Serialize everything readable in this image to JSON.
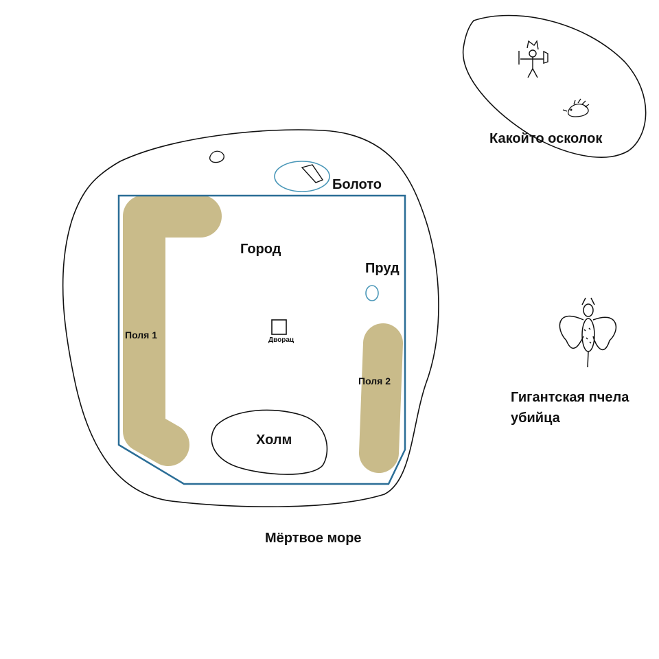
{
  "map": {
    "labels": {
      "city": "Город",
      "swamp": "Болото",
      "pond": "Пруд",
      "fields_1": "Поля 1",
      "fields_2": "Поля 2",
      "palace": "Дворац",
      "hill": "Холм",
      "dead_sea": "Мёртвое море",
      "shard": "Какойто осколок",
      "bee_line1": "Гигантская пчела",
      "bee_line2": "убийца"
    },
    "colors": {
      "outline": "#111111",
      "city_wall": "#2a6d96",
      "water": "#4a97b8",
      "fields": "#c9bb8a",
      "background": "#ffffff"
    },
    "icons": [
      "warrior-figure-icon",
      "hedgehog-icon",
      "giant-bee-icon",
      "palace-square-icon"
    ]
  }
}
